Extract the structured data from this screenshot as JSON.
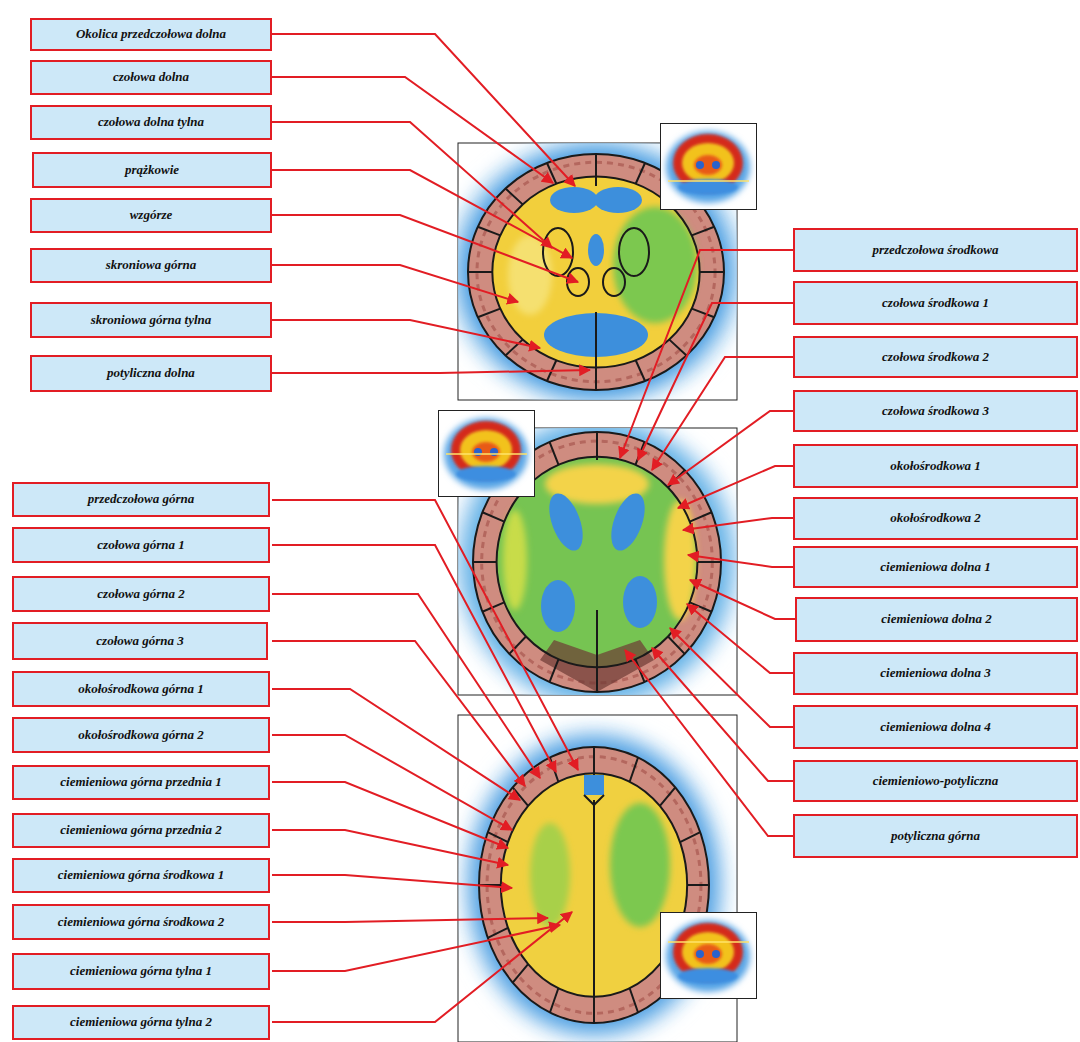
{
  "diagram": {
    "nodes": [
      {
        "text": [
          "Okolica przedczołowa dolna"
        ]
      },
      {
        "text": [
          "czołowa dolna"
        ]
      },
      {
        "text": [
          "czołowa dolna tylna"
        ]
      },
      {
        "text": [
          "prążkowie"
        ]
      },
      {
        "text": [
          "wzgórze"
        ]
      },
      {
        "text": [
          "skroniowa górna"
        ]
      },
      {
        "text": [
          "skroniowa górna tylna"
        ]
      },
      {
        "text": [
          "potyliczna dolna"
        ]
      },
      {
        "text": [
          "przedczołowa środkowa"
        ]
      },
      {
        "text": [
          "czołowa środkowa 1"
        ]
      },
      {
        "text": [
          "czołowa środkowa 2"
        ]
      },
      {
        "text": [
          "czołowa środkowa 3"
        ]
      },
      {
        "text": [
          "okołośrodkowa 1"
        ]
      },
      {
        "text": [
          "okołośrodkowa 2"
        ]
      },
      {
        "text": [
          "ciemieniowa dolna 1"
        ]
      },
      {
        "text": [
          "ciemieniowa dolna 2"
        ]
      },
      {
        "text": [
          "ciemieniowa dolna 3"
        ]
      },
      {
        "text": [
          "ciemieniowa dolna 4"
        ]
      },
      {
        "text": [
          "ciemieniowo-potyliczna"
        ]
      },
      {
        "text": [
          "potyliczna górna"
        ]
      },
      {
        "text": [
          "przedczołowa górna"
        ]
      },
      {
        "text": [
          "czołowa górna 1"
        ]
      },
      {
        "text": [
          "czołowa górna 2"
        ]
      },
      {
        "text": [
          "czołowa górna 3"
        ]
      },
      {
        "text": [
          "okołośrodkowa górna 1"
        ]
      },
      {
        "text": [
          "okołośrodkowa górna 2"
        ]
      },
      {
        "text": [
          "ciemieniowa górna przednia 1"
        ]
      },
      {
        "text": [
          "ciemieniowa górna przednia 2"
        ]
      },
      {
        "text": [
          "ciemieniowa górna środkowa 1"
        ]
      },
      {
        "text": [
          "ciemieniowa górna środkowa 2"
        ]
      },
      {
        "text": [
          "ciemieniowa górna tylna 1"
        ]
      },
      {
        "text": [
          "ciemieniowa górna tylna 2"
        ]
      }
    ]
  }
}
